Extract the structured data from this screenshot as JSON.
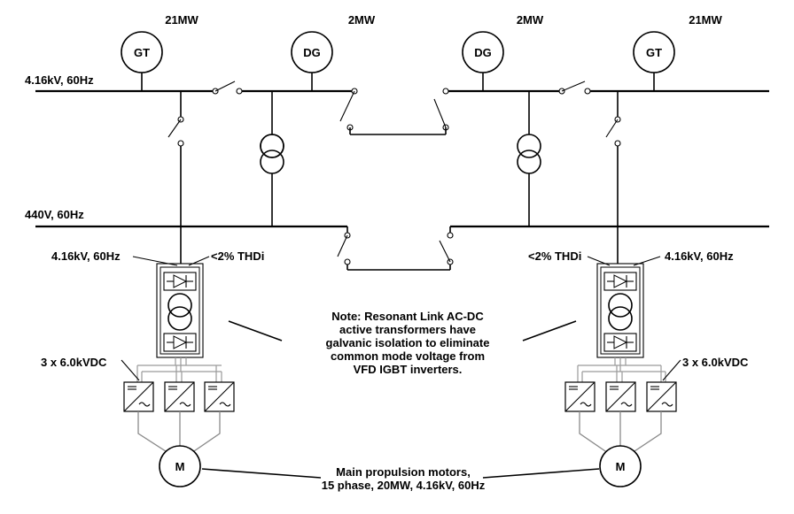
{
  "generators": {
    "gt_left": {
      "symbol": "GT",
      "rating": "21MW"
    },
    "dg_left": {
      "symbol": "DG",
      "rating": "2MW"
    },
    "dg_right": {
      "symbol": "DG",
      "rating": "2MW"
    },
    "gt_right": {
      "symbol": "GT",
      "rating": "21MW"
    }
  },
  "buses": {
    "mv_bus": "4.16kV, 60Hz",
    "lv_bus": "440V, 60Hz"
  },
  "left_drive": {
    "input_label": "4.16kV, 60Hz",
    "thd_label": "<2% THDi",
    "dc_label": "3 x 6.0kVDC",
    "motor_symbol": "M"
  },
  "right_drive": {
    "input_label": "4.16kV, 60Hz",
    "thd_label": "<2% THDi",
    "dc_label": "3 x 6.0kVDC",
    "motor_symbol": "M"
  },
  "note": {
    "lines": [
      "Note: Resonant Link AC-DC",
      "active transformers have",
      "galvanic isolation to eliminate",
      "common mode voltage from",
      "VFD IGBT inverters."
    ]
  },
  "motors_caption": {
    "lines": [
      "Main propulsion motors,",
      "15 phase, 20MW, 4.16kV, 60Hz"
    ]
  }
}
